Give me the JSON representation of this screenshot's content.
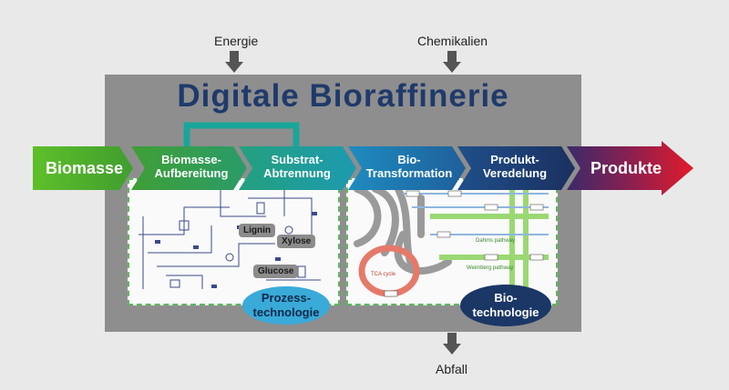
{
  "inputs": {
    "energy": "Energie",
    "chemicals": "Chemikalien"
  },
  "output": {
    "waste": "Abfall"
  },
  "title": "Digitale Bioraffinerie",
  "flow": {
    "start": "Biomasse",
    "steps": [
      {
        "line1": "Biomasse-",
        "line2": "Aufbereitung"
      },
      {
        "line1": "Substrat-",
        "line2": "Abtrennung"
      },
      {
        "line1": "Bio-",
        "line2": "Transformation"
      },
      {
        "line1": "Produkt-",
        "line2": "Veredelung"
      }
    ],
    "end": "Produkte"
  },
  "process_panel": {
    "chips": [
      "Lignin",
      "Xylose",
      "Glucose"
    ],
    "badge_line1": "Prozess-",
    "badge_line2": "technologie"
  },
  "bio_panel": {
    "pathway_labels": [
      "TCA cycle",
      "Weimberg pathway",
      "Dahms pathway"
    ],
    "badge_line1": "Bio-",
    "badge_line2": "technologie"
  },
  "colors": {
    "title": "#1f3a6b",
    "green": "#4cae2e",
    "teal": "#1aa59a",
    "blue": "#1f6fa8",
    "navy": "#1b3766",
    "red": "#e02030"
  }
}
